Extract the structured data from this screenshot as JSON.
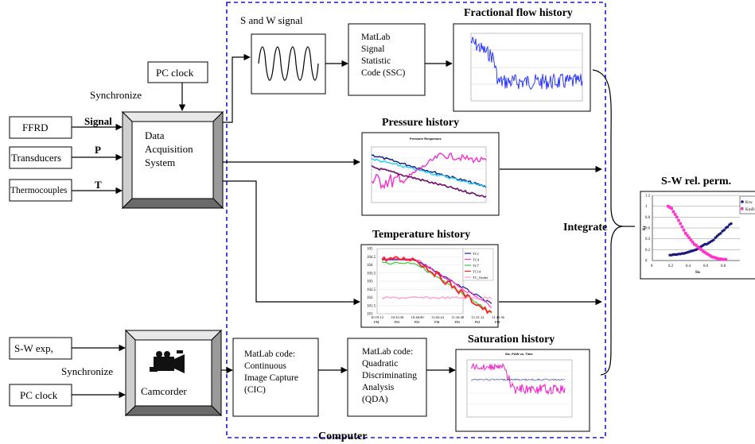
{
  "computer_label": "Computer",
  "integrate_label": "Integrate",
  "inputs": {
    "ffrd": "FFRD",
    "transducers": "Transducers",
    "thermocouples": "Thermocouples",
    "sw_exp": "S-W exp,",
    "pc_clock_bottom": "PC clock",
    "pc_clock_top": "PC clock"
  },
  "signals": {
    "signal": "Signal",
    "p": "P",
    "t": "T",
    "synchronize_top": "Synchronize",
    "synchronize_bottom": "Synchronize"
  },
  "daq": {
    "line1": "Data",
    "line2": "Acquisition",
    "line3": "System"
  },
  "camcorder": {
    "label": "Camcorder"
  },
  "sw_signal": {
    "title": "S and W signal"
  },
  "ssc": {
    "line1": "MatLab",
    "line2": "Signal",
    "line3": "Statistic",
    "line4": "Code (SSC)"
  },
  "cic": {
    "line1": "MatLab code:",
    "line2": "Continuous",
    "line3": "Image Capture",
    "line4": "(CIC)"
  },
  "qda": {
    "line1": "MatLab code:",
    "line2": "Quadratic",
    "line3": "Discriminating",
    "line4": "Analysis",
    "line5": "(QDA)"
  },
  "histories": {
    "fractional_flow": "Fractional flow history",
    "pressure": "Pressure history",
    "temperature": "Temperature history",
    "saturation": "Saturation history",
    "relperm": "S-W rel. perm."
  },
  "pressure_chart": {
    "title": "Pressure Responses"
  },
  "saturation_chart": {
    "title": "Sw- P&W vs. Time"
  },
  "chart_data": [
    {
      "type": "line",
      "title": "",
      "series": [
        {
          "name": "",
          "trend": "high noisy plateau then sharp drop to a low noisy level"
        }
      ]
    },
    {
      "type": "line",
      "title": "Pressure Responses",
      "series": [
        {
          "name": "",
          "trend": "decreasing"
        },
        {
          "name": "",
          "trend": "decreasing"
        },
        {
          "name": "",
          "trend": "rising then falling"
        },
        {
          "name": "",
          "trend": "decreasing"
        }
      ]
    },
    {
      "type": "line",
      "title": "",
      "ylim": [
        101,
        105
      ],
      "yticks": [
        "105",
        "104.5",
        "104",
        "103.5",
        "103",
        "102.5",
        "102",
        "101.5",
        "101"
      ],
      "xticks": [
        "10:19:12 PM",
        "10:33:36 PM",
        "10:48:00 PM",
        "11:02:24 PM",
        "11:16:48 PM",
        "11:31:12 PM",
        "11:45:36 PM"
      ],
      "legend": [
        "TC1",
        "TC4",
        "TC7",
        "TC14",
        "TC_Outlet"
      ],
      "legend_position": "top-right",
      "colors": [
        "#1a1a9c",
        "#ff33cc",
        "#33cc33",
        "#ff2222",
        "#ff99cc"
      ]
    },
    {
      "type": "line",
      "title": "Sw- P&W vs. Time",
      "series": [
        {
          "name": "",
          "trend": "high then drop to lower level"
        }
      ]
    },
    {
      "type": "scatter",
      "title": "",
      "xlabel": "Sw",
      "ylabel": "Kr",
      "xlim": [
        0,
        1
      ],
      "ylim": [
        0,
        1.2
      ],
      "xticks": [
        "0",
        "0.2",
        "0.4",
        "0.6",
        "0.8"
      ],
      "yticks": [
        "0",
        "0.2",
        "0.4",
        "0.6",
        "0.8",
        "1",
        "1.2"
      ],
      "legend": [
        "Krw",
        "KroD"
      ],
      "legend_position": "top-right",
      "series": [
        {
          "name": "Krw",
          "color": "#1a1a7a",
          "x": [
            0.2,
            0.22,
            0.24,
            0.26,
            0.28,
            0.3,
            0.32,
            0.34,
            0.36,
            0.38,
            0.4,
            0.42,
            0.44,
            0.46,
            0.48,
            0.5,
            0.52,
            0.54,
            0.56,
            0.58,
            0.6,
            0.62,
            0.64,
            0.66,
            0.68,
            0.7,
            0.72,
            0.74,
            0.76,
            0.78,
            0.8,
            0.82,
            0.84,
            0.86,
            0.88,
            0.9
          ],
          "y": [
            0.1,
            0.1,
            0.11,
            0.11,
            0.11,
            0.12,
            0.12,
            0.13,
            0.13,
            0.14,
            0.15,
            0.16,
            0.17,
            0.18,
            0.19,
            0.2,
            0.22,
            0.24,
            0.26,
            0.28,
            0.3,
            0.3,
            0.32,
            0.34,
            0.36,
            0.38,
            0.42,
            0.45,
            0.48,
            0.5,
            0.54,
            0.56,
            0.6,
            0.62,
            0.66,
            0.68
          ]
        },
        {
          "name": "KroD",
          "color": "#ff33cc",
          "x": [
            0.18,
            0.2,
            0.22,
            0.24,
            0.26,
            0.28,
            0.3,
            0.32,
            0.34,
            0.36,
            0.38,
            0.4,
            0.42,
            0.44,
            0.46,
            0.48,
            0.5,
            0.52,
            0.54,
            0.56,
            0.58,
            0.6,
            0.62,
            0.64,
            0.66,
            0.68,
            0.7,
            0.72,
            0.74,
            0.76,
            0.78,
            0.8,
            0.82,
            0.84
          ],
          "y": [
            1.0,
            0.98,
            0.96,
            0.9,
            0.85,
            0.8,
            0.74,
            0.68,
            0.62,
            0.56,
            0.5,
            0.46,
            0.42,
            0.38,
            0.34,
            0.3,
            0.28,
            0.25,
            0.22,
            0.2,
            0.17,
            0.15,
            0.13,
            0.11,
            0.09,
            0.07,
            0.06,
            0.05,
            0.04,
            0.03,
            0.03,
            0.02,
            0.02,
            0.02
          ]
        }
      ]
    }
  ]
}
